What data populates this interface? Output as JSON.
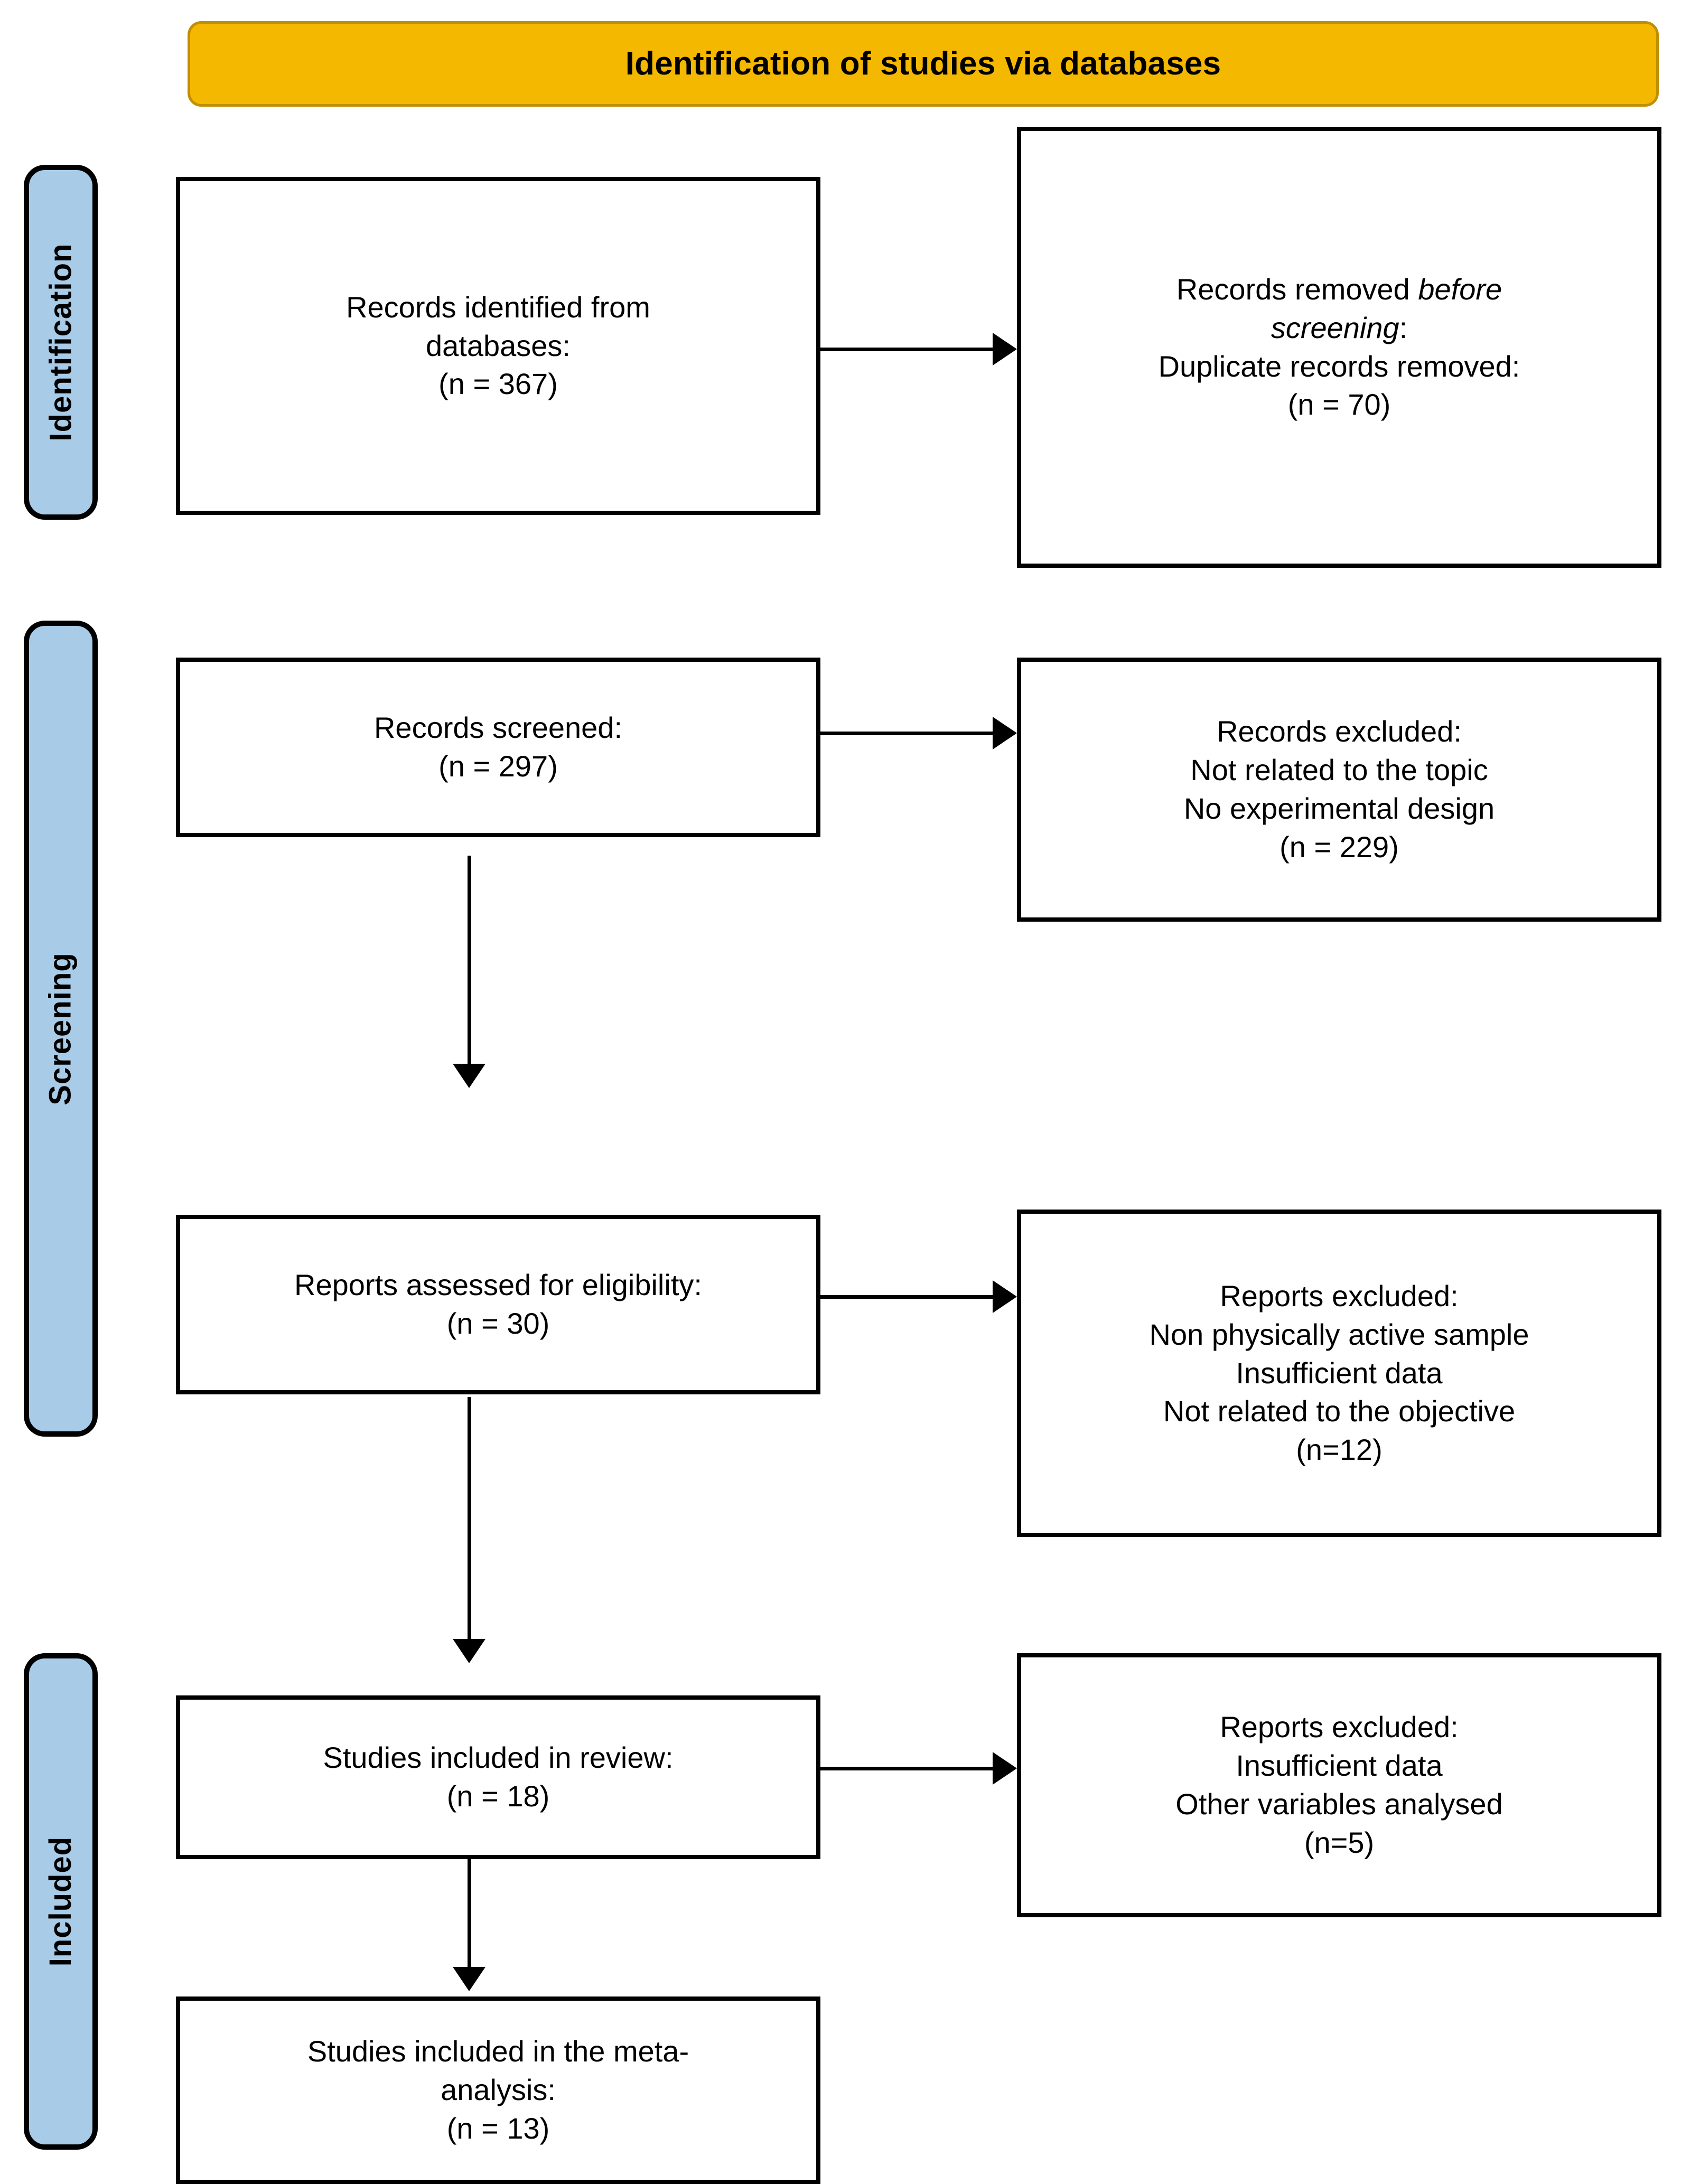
{
  "diagram": {
    "type": "prisma-flow-diagram",
    "banner": {
      "title": "Identification of studies via databases",
      "fill_color": "#F5B800",
      "border_color": "#C08F06"
    },
    "stage_color": "#A8CBE8",
    "stages": [
      {
        "id": "identification",
        "label": "Identification"
      },
      {
        "id": "screening",
        "label": "Screening"
      },
      {
        "id": "included",
        "label": "Included"
      }
    ],
    "boxes": {
      "records_identified": {
        "line1": "Records identified from",
        "line2": "databases:",
        "line3": "(n = 367)"
      },
      "records_removed": {
        "line1_a": "Records removed ",
        "line1_em": "before",
        "line2_em": "screening",
        "line2_b": ":",
        "line3": "Duplicate records removed:",
        "line4": "(n = 70)"
      },
      "records_screened": {
        "line1": "Records screened:",
        "line2": "(n = 297)"
      },
      "records_excluded": {
        "line1": "Records excluded:",
        "line2": "Not related to the topic",
        "line3": "No experimental design",
        "line4": "(n = 229)"
      },
      "reports_assessed": {
        "line1": "Reports assessed for eligibility:",
        "line2": "(n = 30)"
      },
      "reports_excluded_eligibility": {
        "line1": "Reports excluded:",
        "line2": "Non physically active sample",
        "line3": "Insufficient data",
        "line4": "Not related to the objective",
        "line5": "(n=12)"
      },
      "studies_included_review": {
        "line1": "Studies included in review:",
        "line2": "(n = 18)"
      },
      "reports_excluded_review": {
        "line1": "Reports excluded:",
        "line2": "Insufficient data",
        "line3": "Other variables analysed",
        "line4": "(n=5)"
      },
      "studies_included_meta": {
        "line1": "Studies included in the meta-",
        "line2": "analysis:",
        "line3": "(n = 13)"
      }
    },
    "counts": {
      "identified": 367,
      "duplicates_removed": 70,
      "screened": 297,
      "records_excluded": 229,
      "reports_assessed": 30,
      "reports_excluded_eligibility": 12,
      "studies_included_review": 18,
      "reports_excluded_review": 5,
      "studies_included_meta": 13
    }
  }
}
